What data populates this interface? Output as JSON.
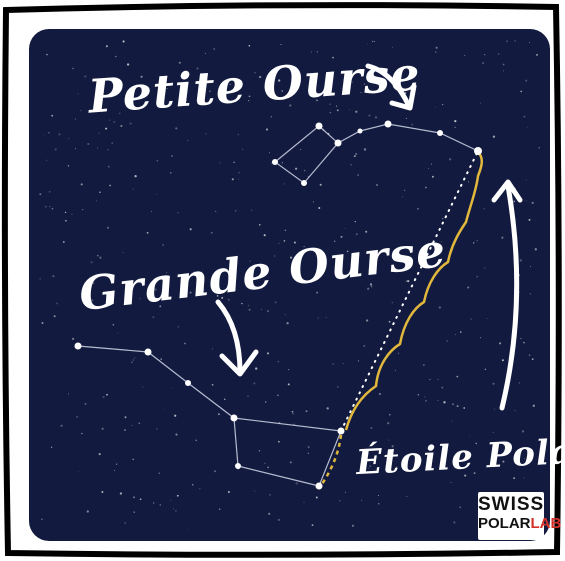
{
  "labels": {
    "little_dipper": "Petite Ourse",
    "big_dipper": "Grande Ourse",
    "pole_star": "Étoile Polaire"
  },
  "logo": {
    "line1": "SWISS",
    "line2_a": "POLAR",
    "line2_b": "LAB"
  },
  "colors": {
    "sky": "#121b3f",
    "frame": "#000000",
    "stars": "#ffffff",
    "guide_line": "#e1b73c",
    "logo_accent": "#d4302a"
  },
  "icons": [
    "arrow-down-icon",
    "arrow-down-icon",
    "arrow-up-icon"
  ]
}
